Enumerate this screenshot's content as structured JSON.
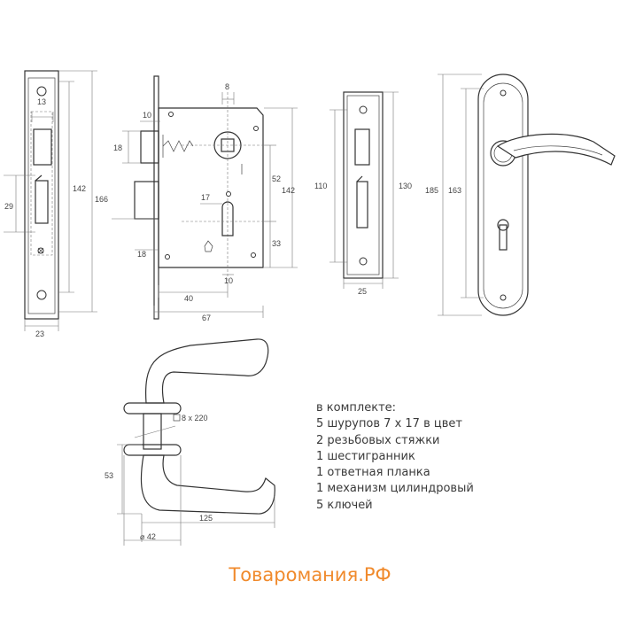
{
  "dimensions": {
    "strike_width": "13",
    "strike_latch_h": "29",
    "strike_inner_h": "142",
    "strike_total_h": "166",
    "strike_plate_w": "23",
    "bolt_w": "10",
    "bolt_h": "18",
    "latch_proj": "18",
    "backset": "40",
    "body_w": "67",
    "spindle_w": "8",
    "cyl_offset": "17",
    "center_dist": "52",
    "body_h": "142",
    "cyl_below": "33",
    "cyl_w": "10",
    "rose_inner_h": "110",
    "rose_total_h": "130",
    "rose_w": "25",
    "plate_total_h": "185",
    "plate_inner_h": "163",
    "handle_h": "53",
    "handle_len": "125",
    "rosette_dia": "⌀ 42",
    "square_spindle": "8 x 220"
  },
  "kit": {
    "title": "в комплекте:",
    "items": [
      "5 шурупов 7 x 17 в цвет",
      "2 резьбовых стяжки",
      "1 шестигранник",
      "1 ответная планка",
      "1 механизм цилиндровый",
      "5 ключей"
    ]
  },
  "watermark": "Товаромания.РФ"
}
